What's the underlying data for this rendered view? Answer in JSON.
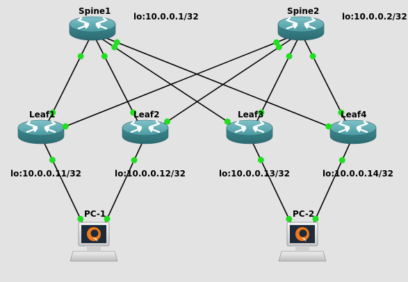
{
  "topology": {
    "spines": [
      {
        "id": "spine1",
        "label": "Spine1",
        "loopback": "lo:10.0.0.1/32"
      },
      {
        "id": "spine2",
        "label": "Spine2",
        "loopback": "lo:10.0.0.2/32"
      }
    ],
    "leaves": [
      {
        "id": "leaf1",
        "label": "Leaf1",
        "loopback": "lo:10.0.0.11/32"
      },
      {
        "id": "leaf2",
        "label": "Leaf2",
        "loopback": "lo:10.0.0.12/32"
      },
      {
        "id": "leaf3",
        "label": "Leaf3",
        "loopback": "lo:10.0.0.13/32"
      },
      {
        "id": "leaf4",
        "label": "Leaf4",
        "loopback": "lo:10.0.0.14/32"
      }
    ],
    "hosts": [
      {
        "id": "pc1",
        "label": "PC-1"
      },
      {
        "id": "pc2",
        "label": "PC-2"
      }
    ],
    "links": [
      [
        "spine1",
        "leaf1"
      ],
      [
        "spine1",
        "leaf2"
      ],
      [
        "spine1",
        "leaf3"
      ],
      [
        "spine1",
        "leaf4"
      ],
      [
        "spine2",
        "leaf1"
      ],
      [
        "spine2",
        "leaf2"
      ],
      [
        "spine2",
        "leaf3"
      ],
      [
        "spine2",
        "leaf4"
      ],
      [
        "leaf1",
        "pc1"
      ],
      [
        "leaf2",
        "pc1"
      ],
      [
        "leaf3",
        "pc2"
      ],
      [
        "leaf4",
        "pc2"
      ]
    ]
  },
  "colors": {
    "background": "#e3e3e3",
    "link": "#000000",
    "port_up": "#22dd22",
    "router": "#3b8c93"
  },
  "icons": {
    "router": "router-icon",
    "host": "pc-icon"
  }
}
